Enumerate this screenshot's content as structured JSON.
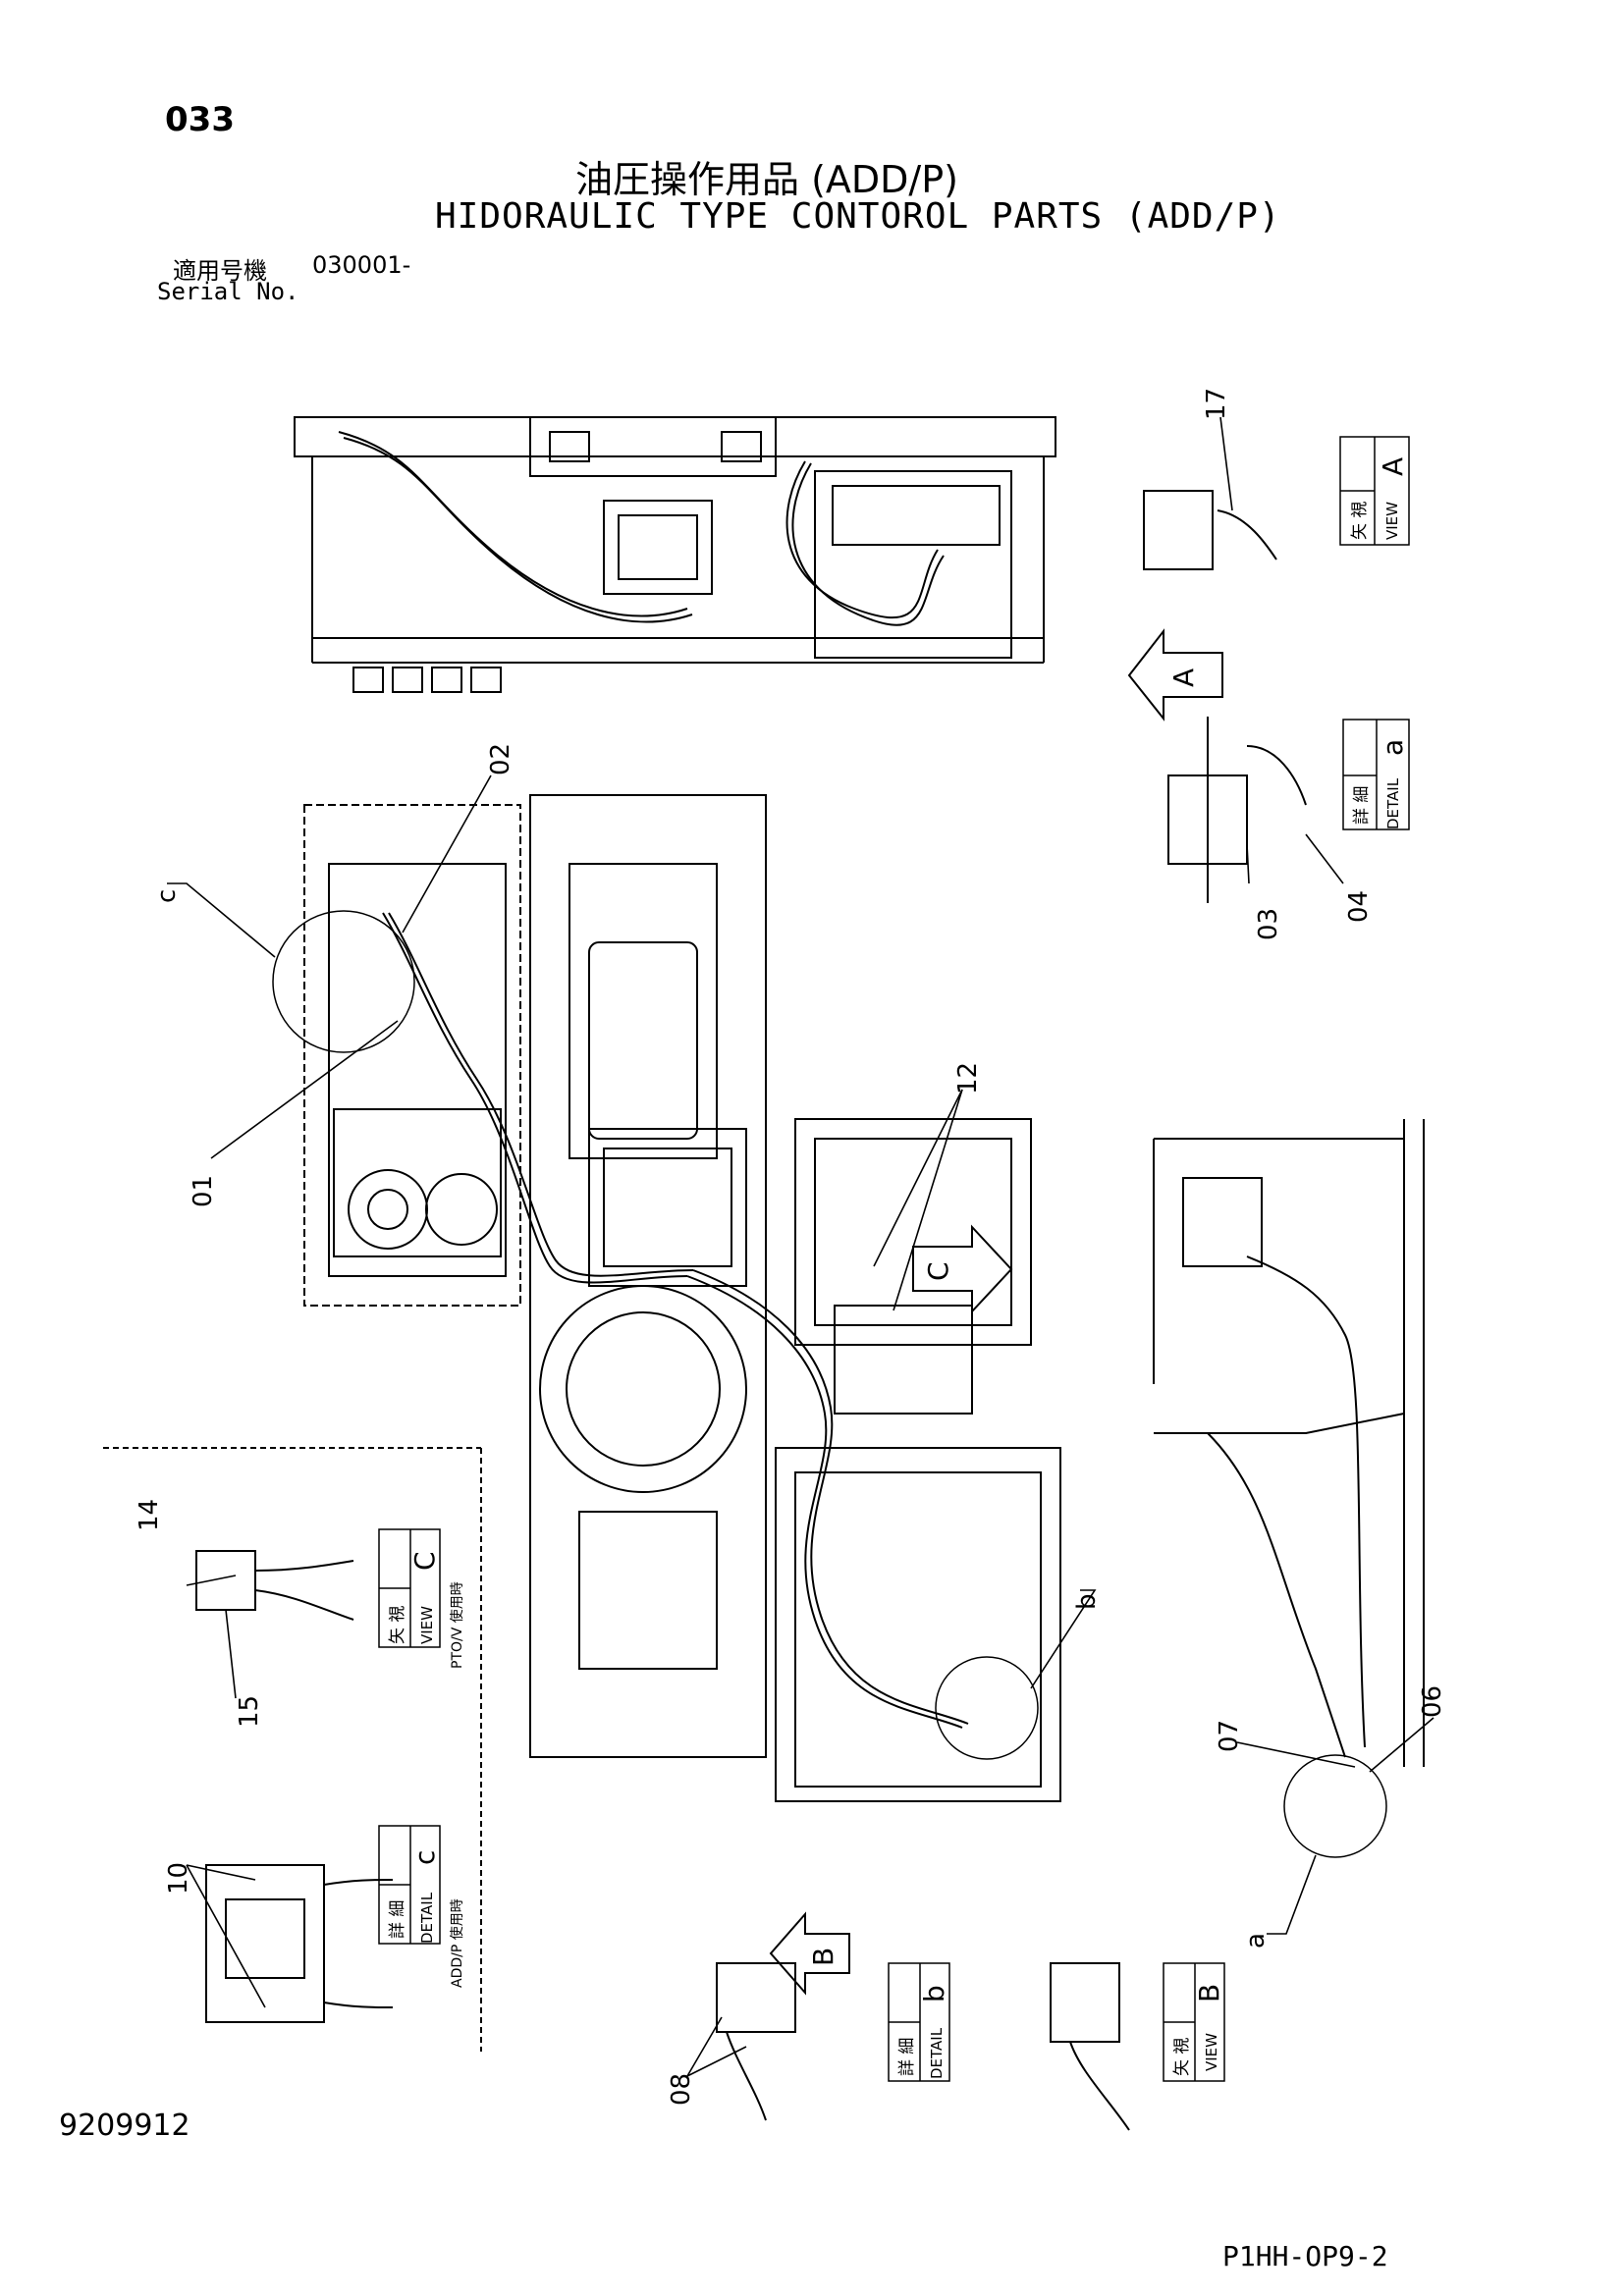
{
  "header": {
    "page_number": "033",
    "title_jp": "油圧操作用品 (ADD/P)",
    "title_en": "HIDORAULIC TYPE CONTOROL PARTS (ADD/P)",
    "serial_label_jp": "適用号機",
    "serial_value": "030001-",
    "serial_label_en": "Serial No."
  },
  "footer": {
    "doc_number": "9209912",
    "sheet_code": "P1HH-OP9-2"
  },
  "callouts": {
    "c01": "01",
    "c02": "02",
    "c03": "03",
    "c04": "04",
    "c06": "06",
    "c07": "07",
    "c08": "08",
    "c10": "10",
    "c12": "12",
    "c14": "14",
    "c15": "15",
    "c17": "17",
    "la": "a",
    "lb": "b",
    "lc": "c"
  },
  "view_boxes": {
    "view_a": {
      "jp": "矢 視",
      "en": "VIEW",
      "letter": "A"
    },
    "detail_a": {
      "jp": "詳 細",
      "en": "DETAIL",
      "letter": "a"
    },
    "view_c": {
      "jp": "矢 視",
      "en": "VIEW",
      "letter": "C",
      "note": "PTO/V 使用時"
    },
    "detail_c": {
      "jp": "詳 細",
      "en": "DETAIL",
      "letter": "c",
      "note": "ADD/P 使用時"
    },
    "detail_b": {
      "jp": "詳 細",
      "en": "DETAIL",
      "letter": "b"
    },
    "view_b": {
      "jp": "矢 視",
      "en": "VIEW",
      "letter": "B"
    }
  },
  "arrows": {
    "arrow_a": "A",
    "arrow_b": "B",
    "arrow_c": "C"
  }
}
